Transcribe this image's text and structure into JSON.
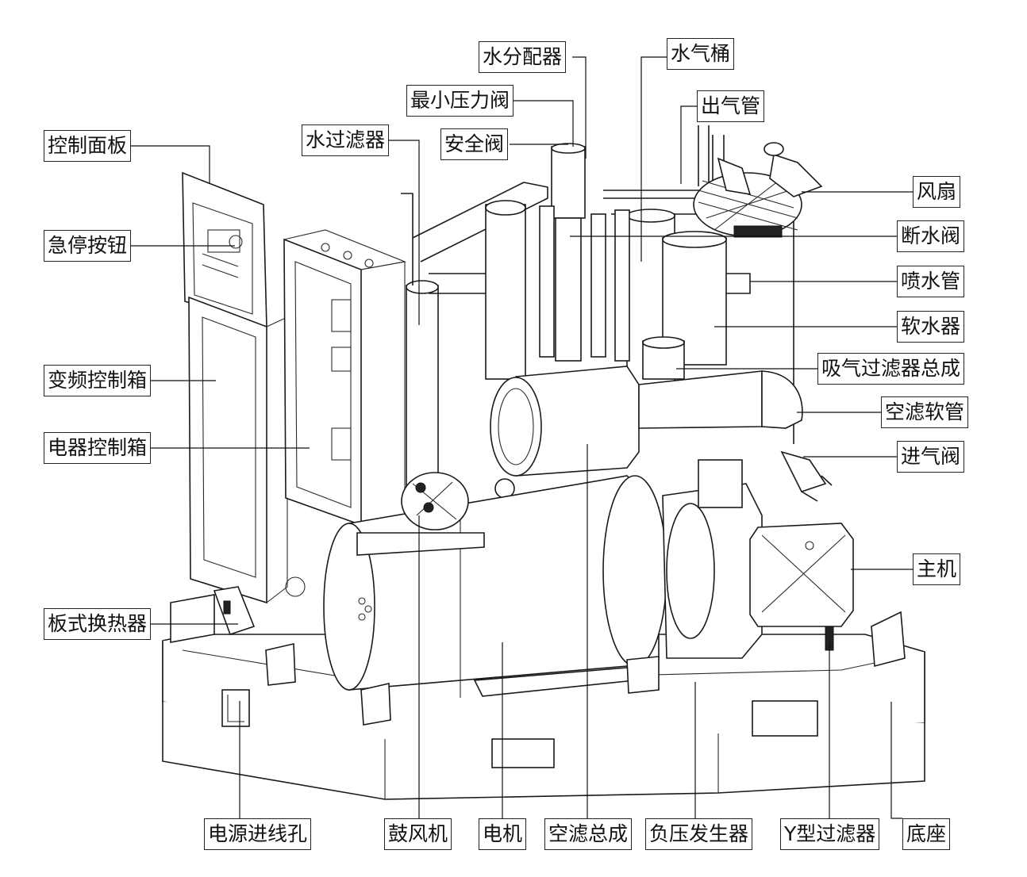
{
  "labels": {
    "shuifenpeiqi": "水分配器",
    "shuiqitong": "水气桶",
    "zuixiaoyali": "最小压力阀",
    "chuqiguan": "出气管",
    "anquanfa": "安全阀",
    "shuiguolvqi": "水过滤器",
    "kongzhimianban": "控制面板",
    "fengshan": "风扇",
    "jitinganniu": "急停按钮",
    "duanshuifa": "断水阀",
    "penshuiguan": "喷水管",
    "ruanshuiqi": "软水器",
    "xiqiguolvqi": "吸气过滤器总成",
    "bianpinkongzhixiang": "变频控制箱",
    "konglvruanguan": "空滤软管",
    "dianqikongzhixiang": "电器控制箱",
    "jinqifa": "进气阀",
    "zhuji": "主机",
    "banshihuanreqi": "板式换热器",
    "dianyuanjinxiankong": "电源进线孔",
    "gufengji": "鼓风机",
    "dianji": "电机",
    "konglvzongcheng": "空滤总成",
    "fuyafashengqi": "负压发生器",
    "yxingguolvqi": "Y型过滤器",
    "dizuo": "底座"
  }
}
